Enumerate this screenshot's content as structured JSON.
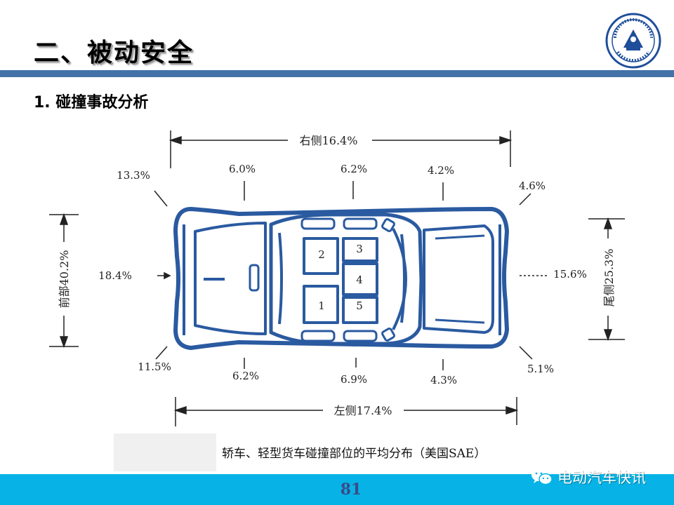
{
  "header": {
    "title": "二、被动安全",
    "logo": {
      "icon": "university-seal-icon",
      "colors": [
        "#1f4e9a",
        "#ffffff"
      ]
    }
  },
  "section": {
    "subtitle": "1. 碰撞事故分析"
  },
  "diagram": {
    "right_side_label": "右侧16.4%",
    "left_side_label": "左侧17.4%",
    "front_label": "前部40.2%",
    "rear_label": "尾侧25.3%",
    "top_labels": [
      "13.3%",
      "6.0%",
      "6.2%",
      "4.2%",
      "4.6%"
    ],
    "middle_labels": [
      "18.4%",
      "15.6%"
    ],
    "bottom_labels": [
      "11.5%",
      "6.2%",
      "6.9%",
      "4.3%",
      "5.1%"
    ],
    "seat_numbers": [
      "1",
      "2",
      "3",
      "4",
      "5"
    ],
    "car_color": "#2a5aa0"
  },
  "caption": "轿车、轻型货车碰撞部位的平均分布（美国SAE）",
  "footer": {
    "page_number": "81",
    "brand": "电动汽车快讯",
    "brand_icon": "wechat-icon",
    "bar_color": "#07b3e6"
  }
}
